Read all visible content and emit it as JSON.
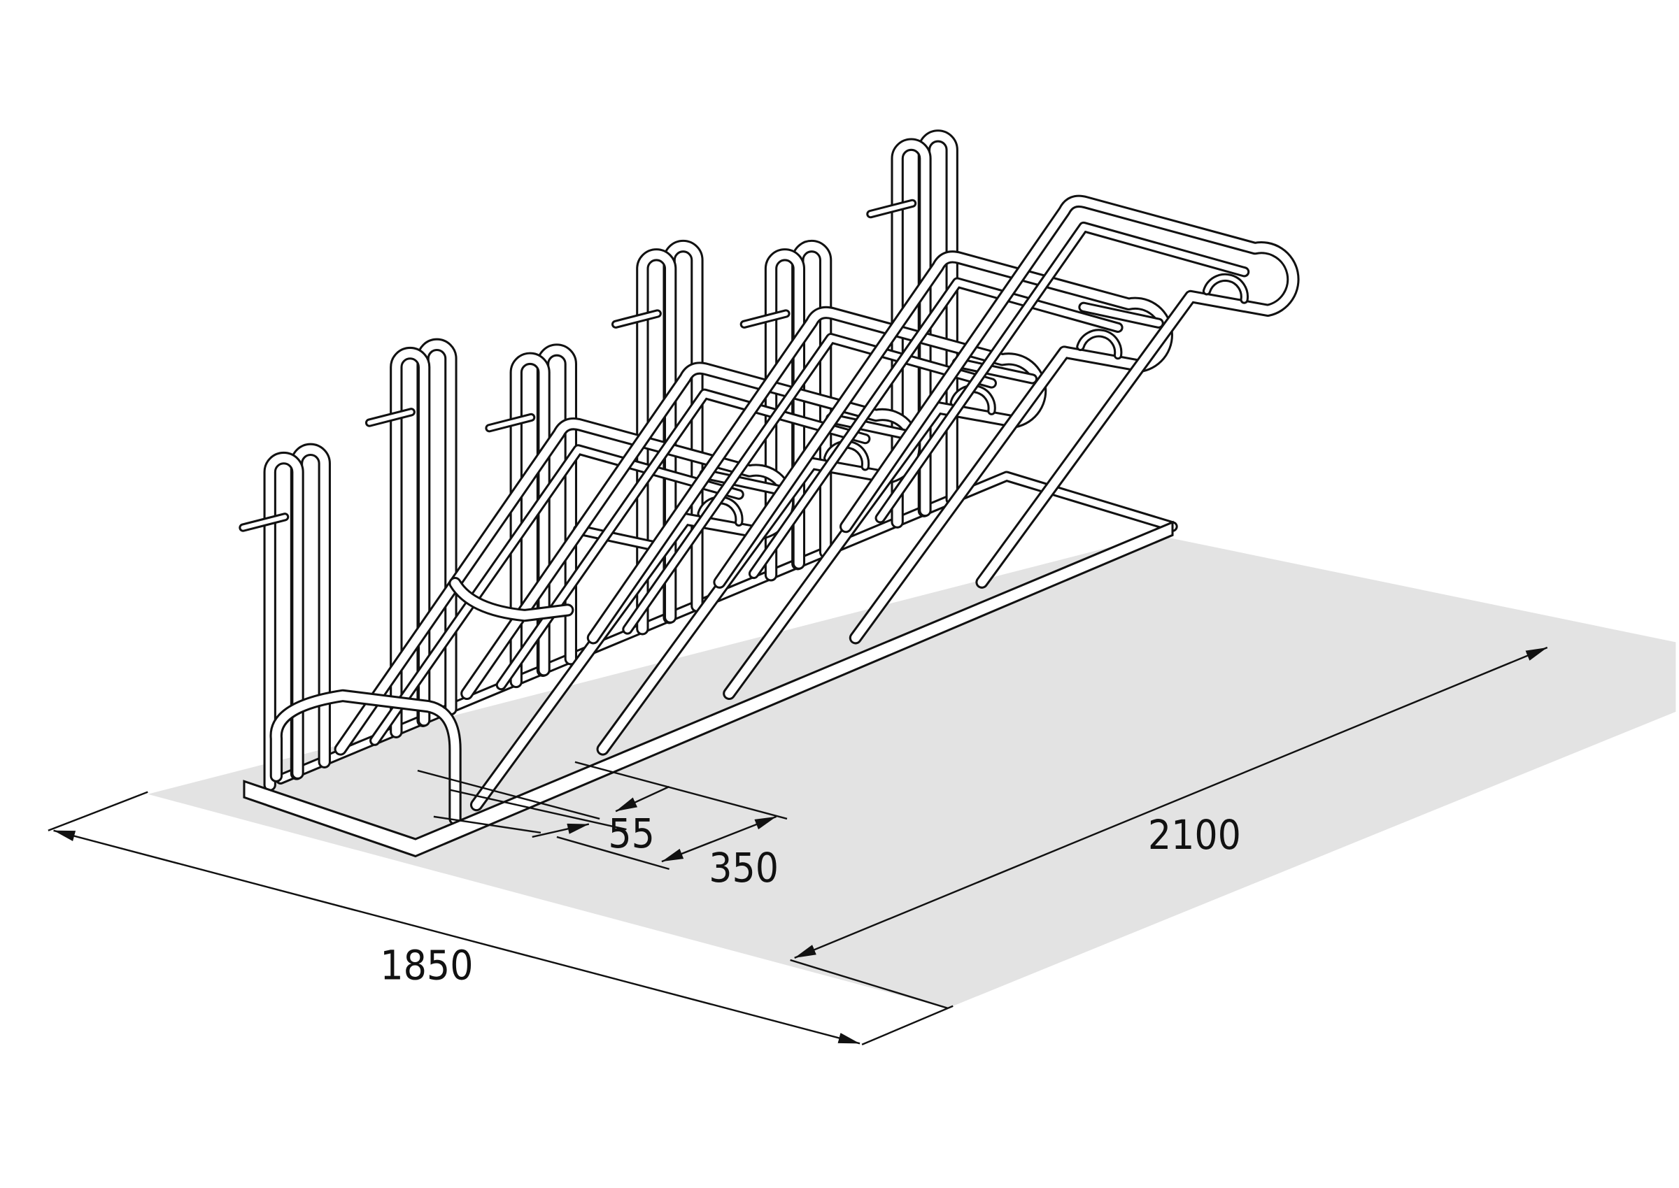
{
  "diagram": {
    "subject": "bike-rack",
    "colors": {
      "floor": "#e3e3e3",
      "line": "#111111",
      "tube_fill": "#ffffff"
    },
    "dimensions": {
      "width": "1850",
      "length": "2100",
      "tube_spacing": "55",
      "slot_spacing": "350"
    }
  }
}
